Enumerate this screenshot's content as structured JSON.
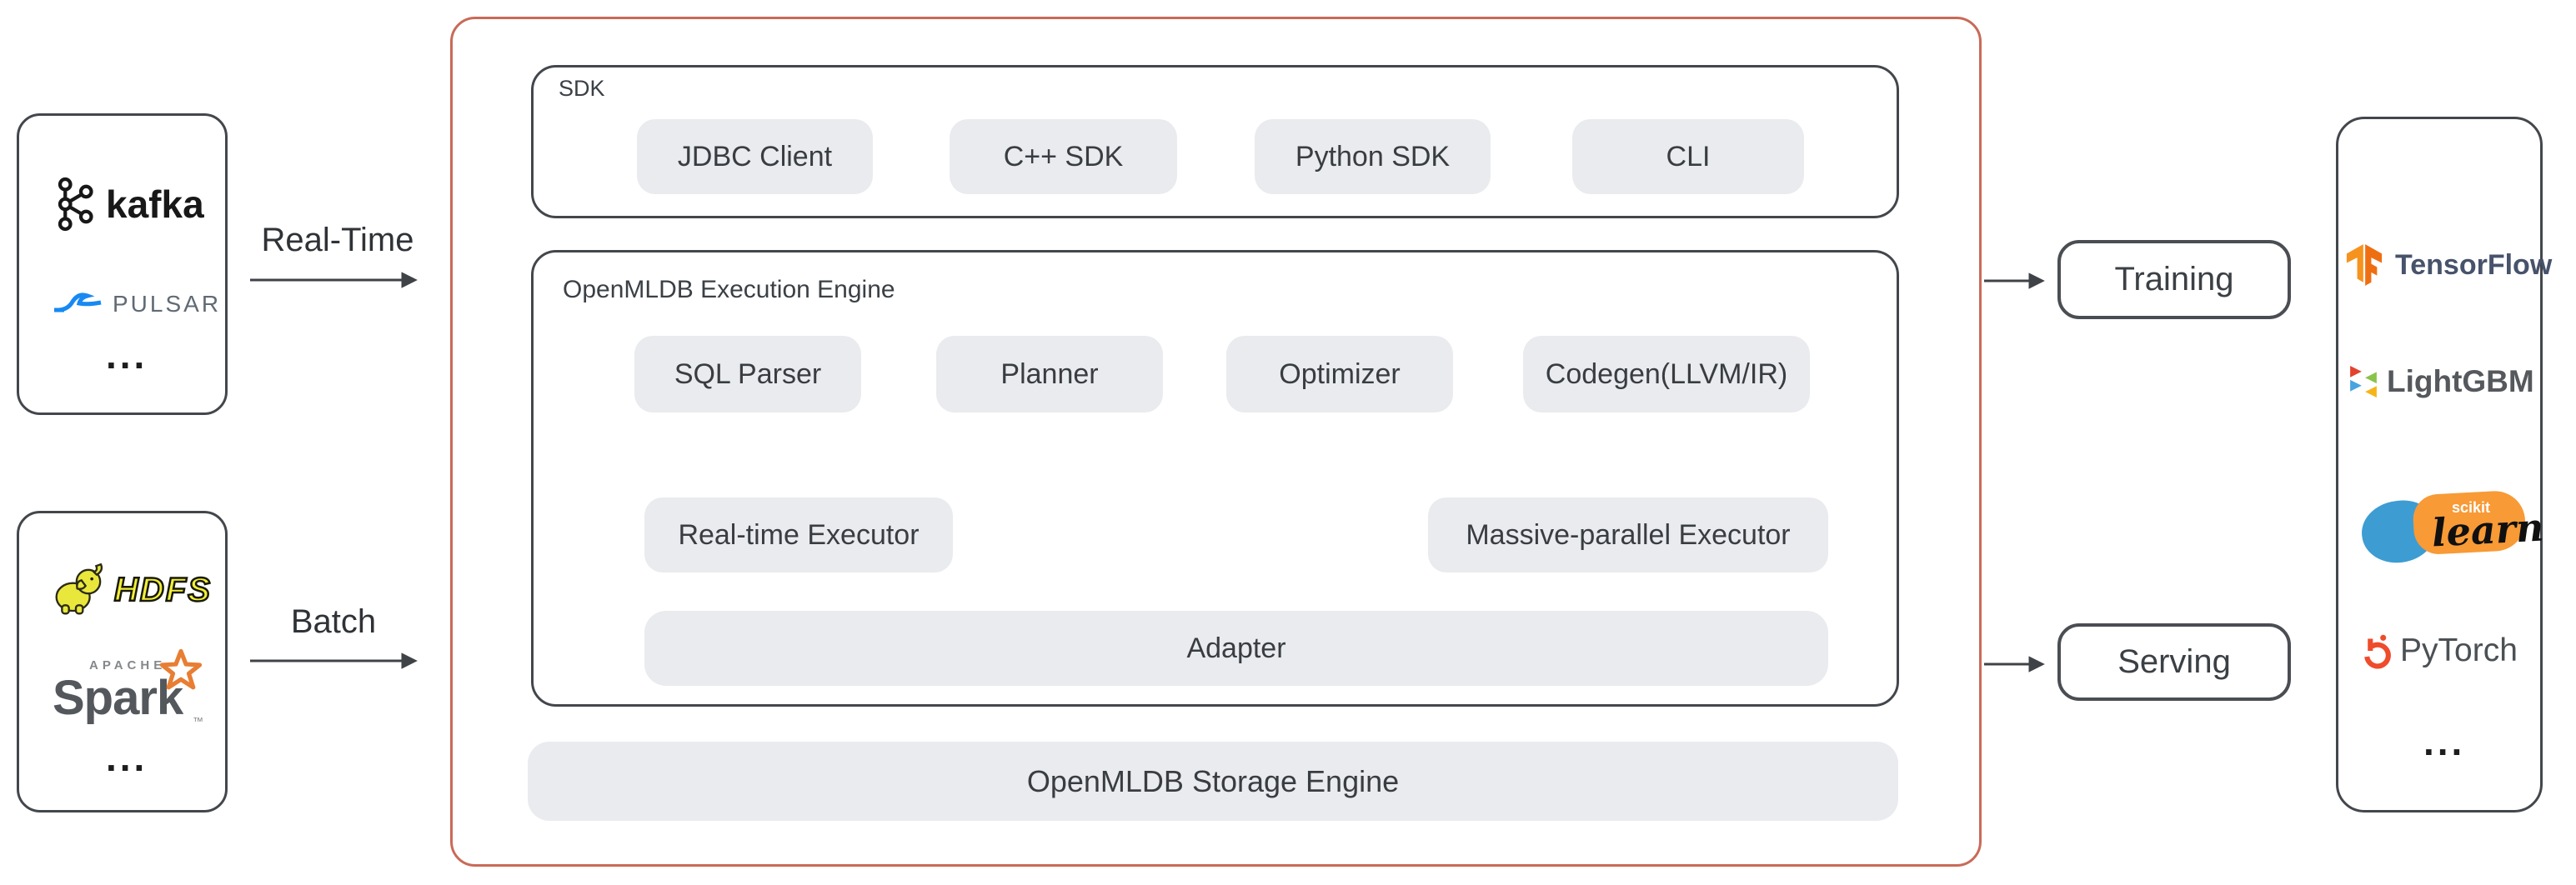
{
  "left": {
    "realtime_label": "Real-Time",
    "batch_label": "Batch",
    "stream_box": {
      "kafka": "kafka",
      "pulsar": "PULSAR",
      "more": "..."
    },
    "batch_box": {
      "hdfs": "HDFS",
      "spark_apache": "APACHE",
      "spark": "Spark",
      "spark_tm": "™",
      "more": "..."
    }
  },
  "sdk": {
    "label": "SDK",
    "buttons": [
      "JDBC Client",
      "C++ SDK",
      "Python SDK",
      "CLI"
    ]
  },
  "engine": {
    "label": "OpenMLDB Execution Engine",
    "pipeline": [
      "SQL Parser",
      "Planner",
      "Optimizer",
      "Codegen(LLVM/IR)"
    ],
    "executors": [
      "Real-time Executor",
      "Massive-parallel Executor"
    ],
    "adapter": "Adapter"
  },
  "storage": {
    "label": "OpenMLDB Storage Engine"
  },
  "right": {
    "training": "Training",
    "serving": "Serving",
    "frameworks": {
      "tensorflow": "TensorFlow",
      "lightgbm": "LightGBM",
      "scikit_top": "scikit",
      "scikit_script": "learn",
      "pytorch": "PyTorch",
      "more": "..."
    }
  },
  "colors": {
    "frame_accent": "#c96a57",
    "node_fill": "#e9ebee",
    "line": "#3f4347",
    "text": "#3b4045",
    "tf_orange": "#f6931e",
    "tf_text": "#47536b",
    "lightgbm_red": "#e2432e",
    "lightgbm_green": "#8bc34a",
    "lightgbm_blue": "#4aa3df",
    "lightgbm_yellow": "#f5b518",
    "pytorch_orange": "#ee4c2c",
    "pulsar_blue": "#1789f2",
    "spark_orange": "#e87e33",
    "hdfs_yellow": "#f2ee3a",
    "scikit_blue": "#3d9cd2",
    "scikit_orange": "#f89a36"
  }
}
